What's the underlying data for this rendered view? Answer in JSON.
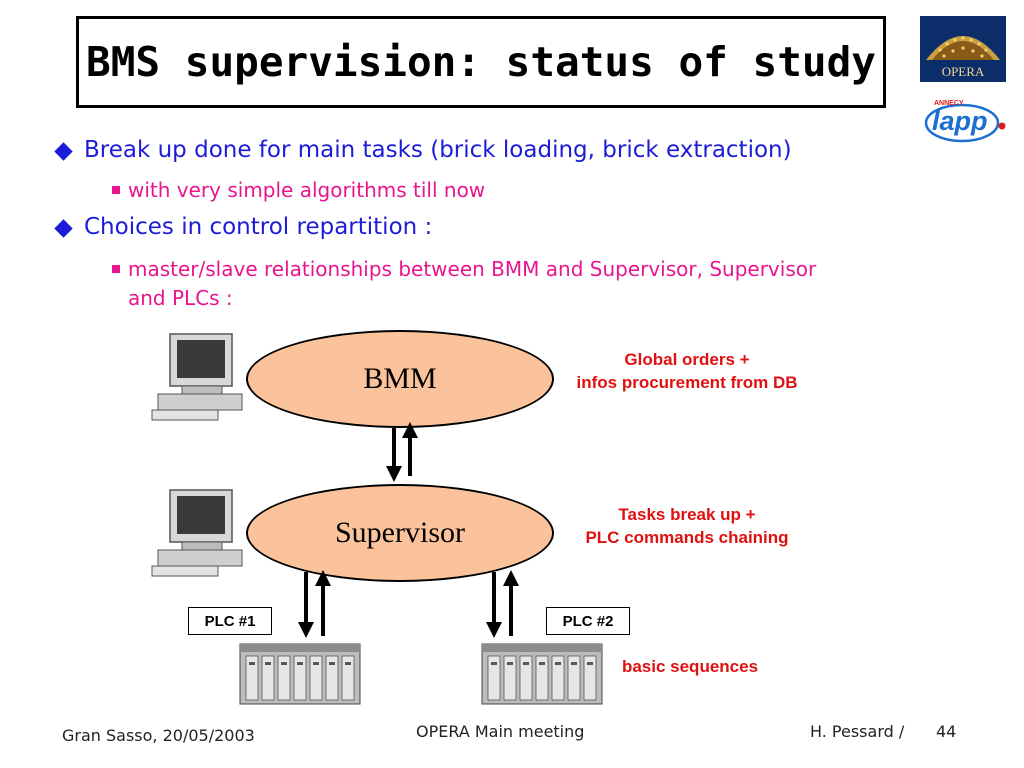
{
  "title": "BMS supervision: status of study",
  "bullets": {
    "b1": "Break up done for main tasks (brick loading, brick extraction)",
    "b1_sub": "with very simple algorithms till now",
    "b2": "Choices in control repartition :",
    "b2_sub_line1": "master/slave relationships between BMM and Supervisor, Supervisor",
    "b2_sub_line2": "and PLCs :"
  },
  "diagram": {
    "bmm": "BMM",
    "supervisor": "Supervisor",
    "note_bmm_line1": "Global orders +",
    "note_bmm_line2": "infos procurement from DB",
    "note_sup_line1": "Tasks break up +",
    "note_sup_line2": "PLC commands chaining",
    "plc1": "PLC #1",
    "plc2": "PLC #2",
    "note_plc": "basic sequences"
  },
  "logos": {
    "opera": "OPERA",
    "lapp": "lapp",
    "annecy": "ANNECY"
  },
  "footer": {
    "left": "Gran Sasso, 20/05/2003",
    "center": "OPERA Main meeting",
    "right": "H. Pessard /",
    "page": "44"
  },
  "colors": {
    "bullet1": "#1c1cd8",
    "bullet2": "#e8158e",
    "ellipse_fill": "#fbc39b",
    "note_red": "#e01010"
  }
}
